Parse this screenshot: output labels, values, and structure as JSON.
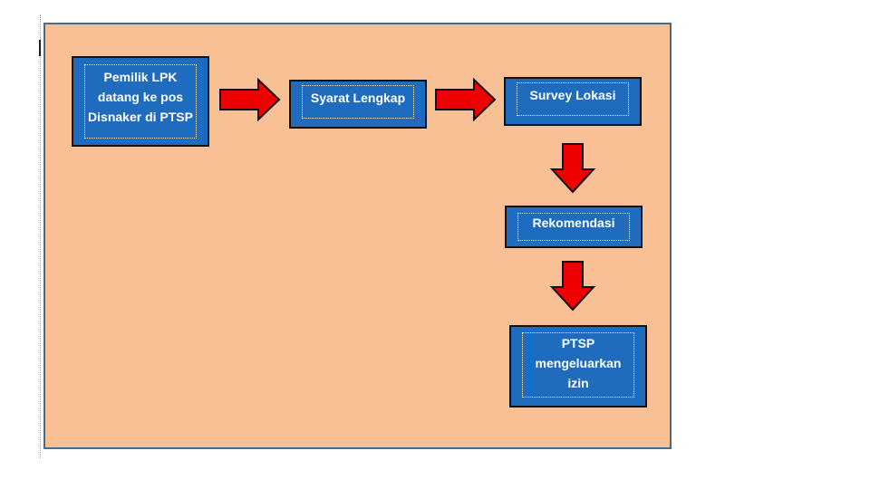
{
  "diagram": {
    "title": "",
    "colors": {
      "background": "#f9c096",
      "box_fill": "#1f6cbf",
      "box_border": "#111111",
      "arrow_fill": "#ee0000",
      "text": "#ffffff"
    },
    "nodes": [
      {
        "id": "pemilik",
        "label": "Pemilik LPK datang ke pos Disnaker di PTSP"
      },
      {
        "id": "syarat",
        "label": "Syarat Lengkap"
      },
      {
        "id": "survey",
        "label": "Survey Lokasi"
      },
      {
        "id": "rekomendasi",
        "label": "Rekomendasi"
      },
      {
        "id": "ptsp",
        "label": "PTSP mengeluarkan izin"
      }
    ],
    "edges": [
      {
        "from": "pemilik",
        "to": "syarat",
        "icon": "arrow-right"
      },
      {
        "from": "syarat",
        "to": "survey",
        "icon": "arrow-right"
      },
      {
        "from": "survey",
        "to": "rekomendasi",
        "icon": "arrow-down"
      },
      {
        "from": "rekomendasi",
        "to": "ptsp",
        "icon": "arrow-down"
      }
    ]
  }
}
